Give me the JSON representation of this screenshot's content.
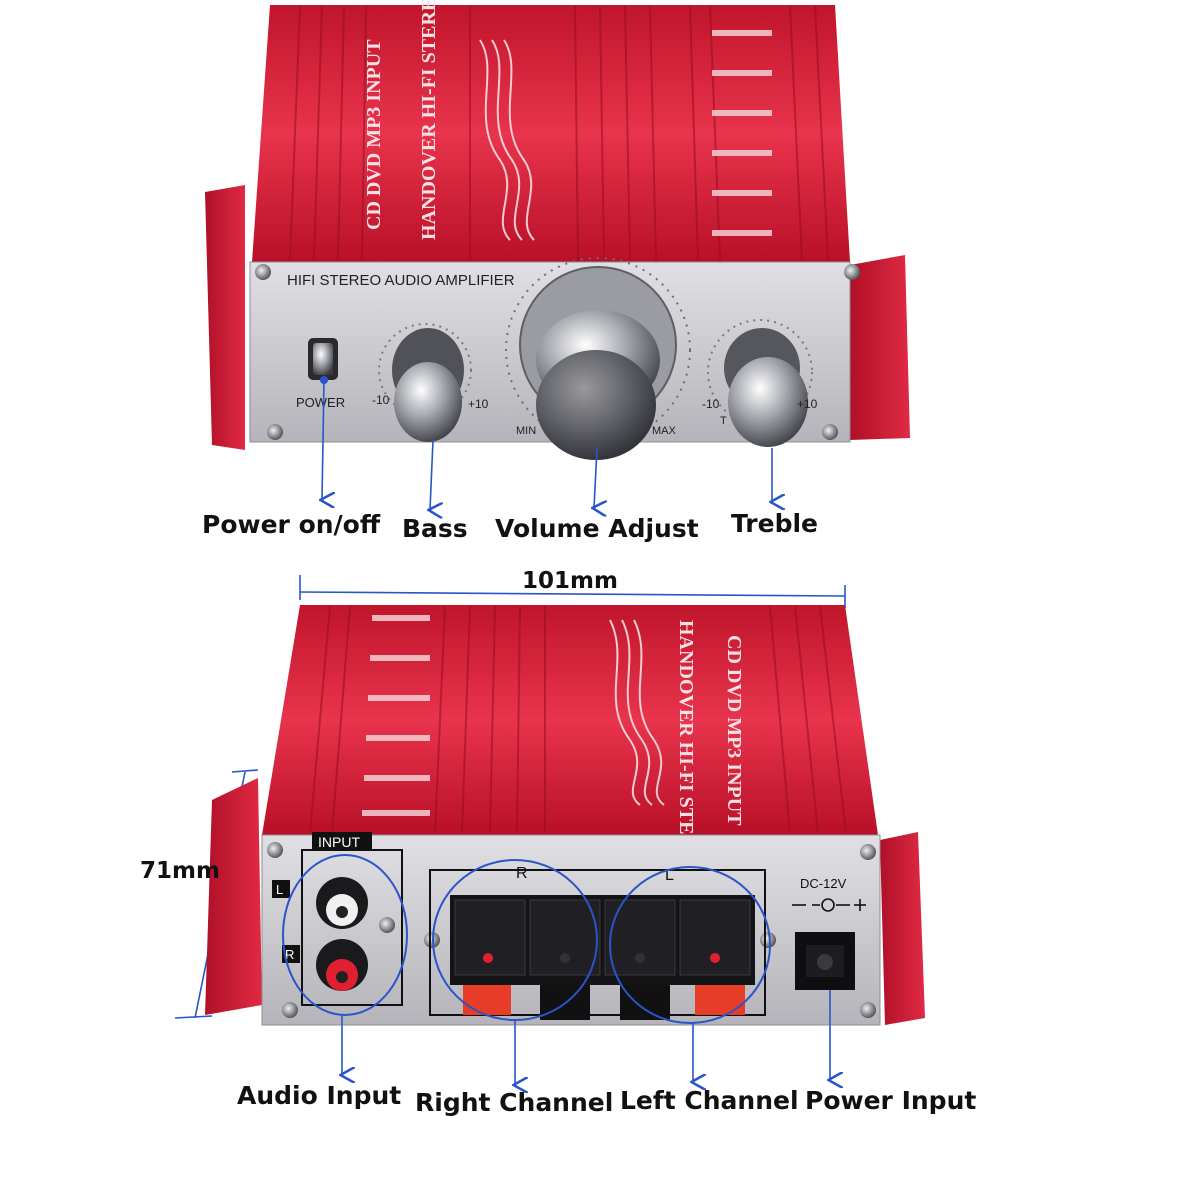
{
  "top_view": {
    "panel_title": "HIFI STEREO AUDIO AMPLIFIER",
    "case_text_line1": "CD DVD MP3 INPUT",
    "case_text_line2": "HANDOVER HI-FI STEREO",
    "power_label": "POWER",
    "bass_scale_min": "-10",
    "bass_scale_max": "+10",
    "volume_min": "MIN",
    "volume_max": "MAX",
    "treble_scale_min": "-10",
    "treble_scale_max": "+10",
    "treble_label": "T",
    "callouts": {
      "power": "Power on/off",
      "bass": "Bass",
      "volume": "Volume Adjust",
      "treble": "Treble"
    }
  },
  "bottom_view": {
    "case_text_line1": "CD DVD MP3 INPUT",
    "case_text_line2": "HANDOVER HI-FI STEREO",
    "input_label": "INPUT",
    "input_l": "L",
    "input_r": "R",
    "speaker_r": "R",
    "speaker_l": "L",
    "dc_label": "DC-12V",
    "dimensions": {
      "width": "101mm",
      "height": "71mm"
    },
    "callouts": {
      "audio_input": "Audio Input",
      "right_channel": "Right Channel",
      "left_channel": "Left Channel",
      "power_input": "Power Input"
    }
  },
  "colors": {
    "case_red": "#d8203a",
    "panel_silver": "#c8c8cc",
    "arrow_blue": "#2a55c8"
  }
}
